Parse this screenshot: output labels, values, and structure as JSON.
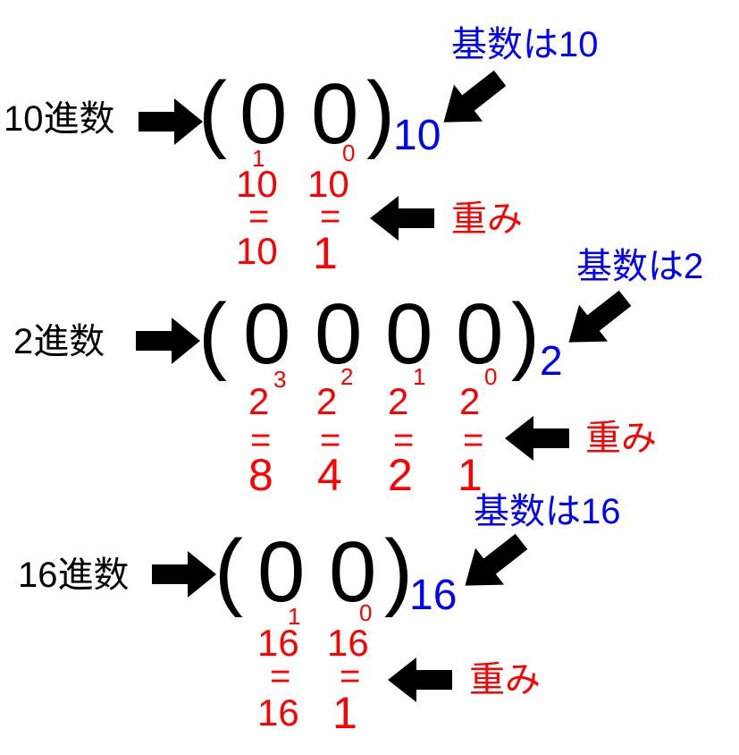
{
  "sections": [
    {
      "label": "10進数",
      "digits": [
        "0",
        "0"
      ],
      "base_subscript": "10",
      "base_callout": "基数は10",
      "weights": [
        {
          "base": "10",
          "exp": "1",
          "eq": "=",
          "value": "10"
        },
        {
          "base": "10",
          "exp": "0",
          "eq": "=",
          "value": "1"
        }
      ],
      "weight_label": "重み"
    },
    {
      "label": "2進数",
      "digits": [
        "0",
        "0",
        "0",
        "0"
      ],
      "base_subscript": "2",
      "base_callout": "基数は2",
      "weights": [
        {
          "base": "2",
          "exp": "3",
          "eq": "=",
          "value": "8"
        },
        {
          "base": "2",
          "exp": "2",
          "eq": "=",
          "value": "4"
        },
        {
          "base": "2",
          "exp": "1",
          "eq": "=",
          "value": "2"
        },
        {
          "base": "2",
          "exp": "0",
          "eq": "=",
          "value": "1"
        }
      ],
      "weight_label": "重み"
    },
    {
      "label": "16進数",
      "digits": [
        "0",
        "0"
      ],
      "base_subscript": "16",
      "base_callout": "基数は16",
      "weights": [
        {
          "base": "16",
          "exp": "1",
          "eq": "=",
          "value": "16"
        },
        {
          "base": "16",
          "exp": "0",
          "eq": "=",
          "value": "1"
        }
      ],
      "weight_label": "重み"
    }
  ],
  "parens": {
    "open": "(",
    "close": ")"
  },
  "colors": {
    "text": "#000000",
    "weight": "#ff0000",
    "base": "#0000ff",
    "arrow": "#000000"
  }
}
